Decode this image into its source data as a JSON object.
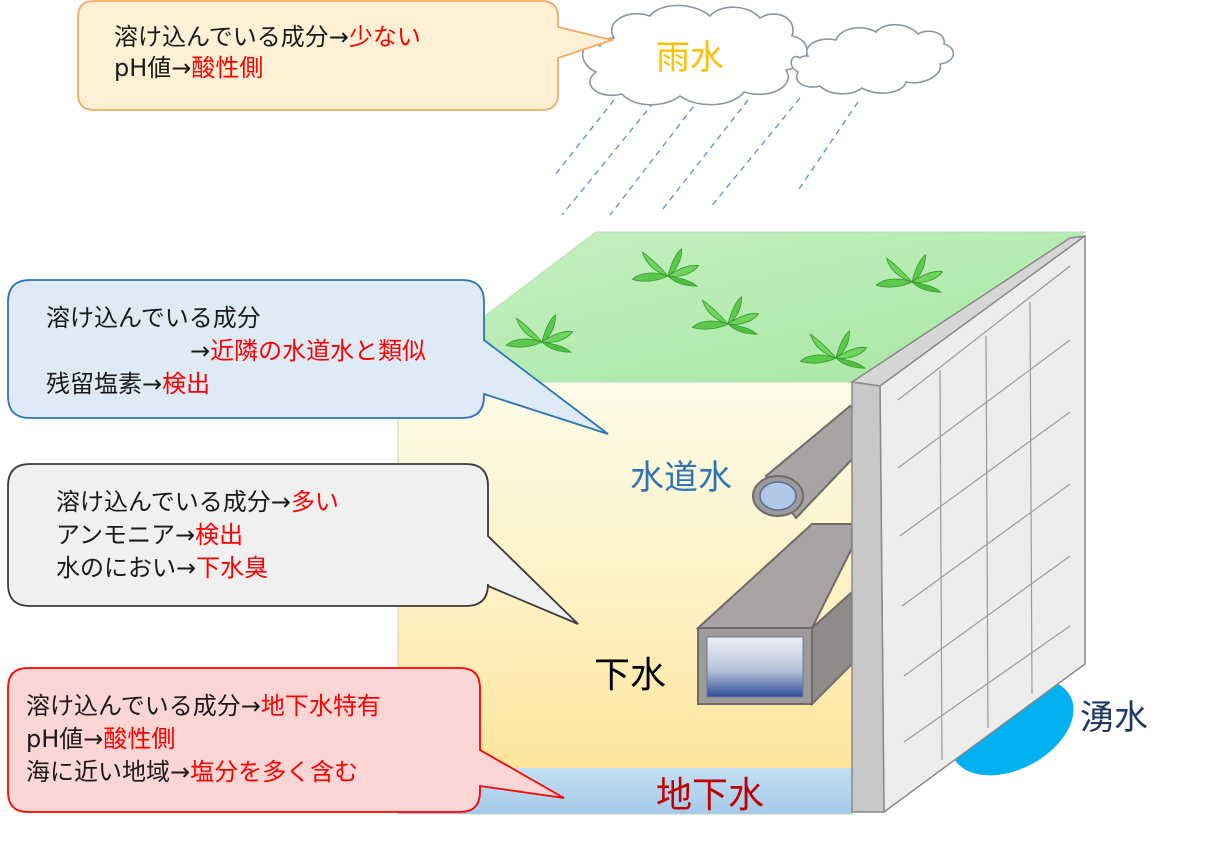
{
  "colors": {
    "rain_label": "#ffc000",
    "tap_label": "#2e75b6",
    "sewer_label": "#000000",
    "ground_label": "#c00000",
    "spring_label": "#1f3864",
    "highlight": "#ff0000",
    "spring_pool": "#00b0f0"
  },
  "labels": {
    "rain": "雨水",
    "tap": "水道水",
    "sewer": "下水",
    "ground": "地下水",
    "spring": "湧水"
  },
  "bubbles": {
    "rain": [
      {
        "pre": "溶け込んでいる成分→",
        "hi": "少ない"
      },
      {
        "pre": "pH値→",
        "hi": "酸性側"
      }
    ],
    "tap": [
      {
        "pre": "溶け込んでいる成分",
        "hi": ""
      },
      {
        "pre": "→",
        "hi": "近隣の水道水と類似"
      },
      {
        "pre": "残留塩素→",
        "hi": "検出"
      }
    ],
    "sewer": [
      {
        "pre": "溶け込んでいる成分→",
        "hi": "多い"
      },
      {
        "pre": "アンモニア→",
        "hi": "検出"
      },
      {
        "pre": "水のにおい→",
        "hi": "下水臭"
      }
    ],
    "ground": [
      {
        "pre": "溶け込んでいる成分→",
        "hi": "地下水特有"
      },
      {
        "pre": "pH値→",
        "hi": "酸性側"
      },
      {
        "pre": "海に近い地域→",
        "hi": "塩分を多く含む"
      }
    ]
  }
}
